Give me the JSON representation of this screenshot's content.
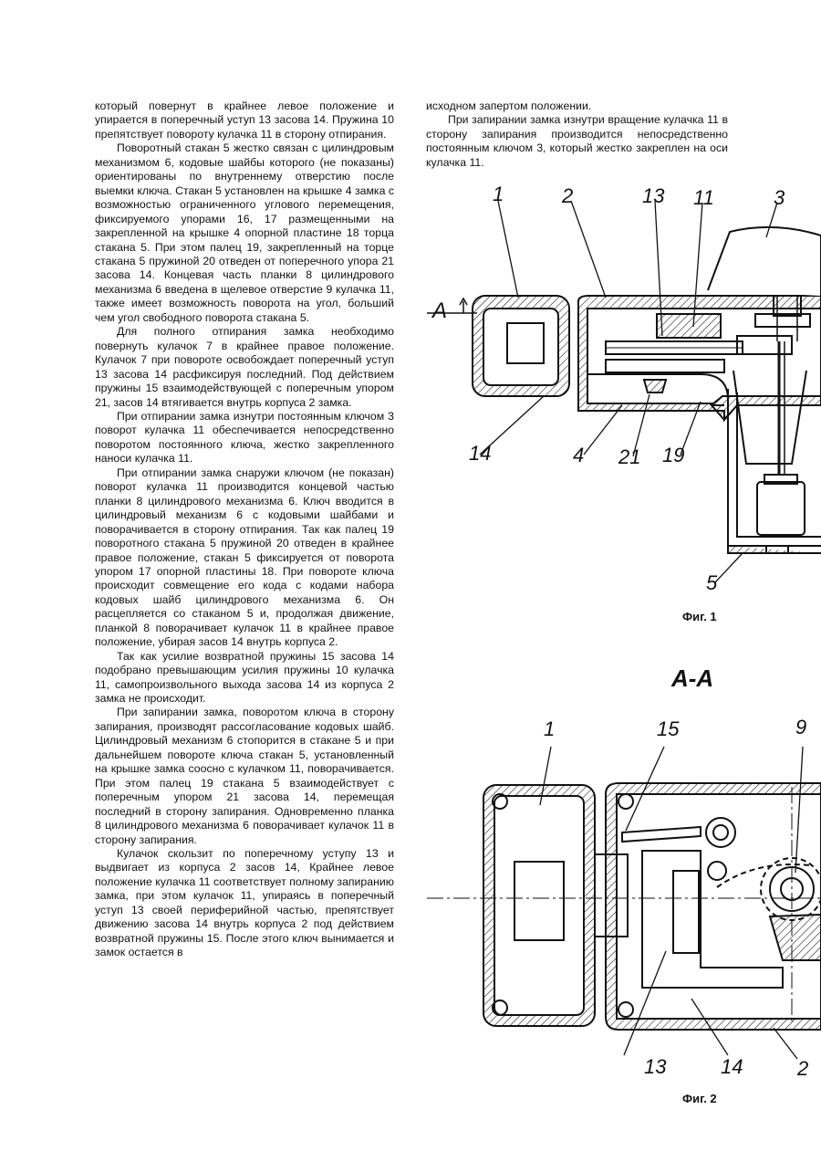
{
  "left_column": {
    "paragraphs": [
      "который повернут в крайнее левое положение и упирается в поперечный уступ 13 засова 14. Пружина 10 препятствует повороту кулачка 11 в сторону отпирания.",
      "Поворотный стакан 5 жестко связан с цилиндровым механизмом 6, кодовые шайбы которого (не показаны) ориентированы по внутреннему отверстию после выемки ключа. Стакан 5 установлен на крышке 4 замка с возможностью ограниченного углового перемещения, фиксируемого упорами 16, 17 размещенными на закрепленной на крышке 4 опорной пластине 18 торца стакана 5. При этом палец 19, закрепленный на торце стакана 5 пружиной 20 отведен от поперечного упора 21 засова 14. Концевая часть планки 8 цилиндрового механизма 6 введена в щелевое отверстие 9 кулачка 11, также имеет возможность поворота на угол, больший чем угол свободного поворота стакана 5.",
      "Для полного отпирания замка необходимо повернуть кулачок 7 в крайнее правое положение. Кулачок 7 при повороте освобождает поперечный уступ 13 засова 14 расфиксируя последний. Под действием пружины 15 взаимодействующей с поперечным упором 21, засов 14 втягивается внутрь корпуса 2 замка.",
      "При отпирании замка изнутри постоянным ключом 3 поворот кулачка 11 обеспечивается непосредственно поворотом постоянного ключа, жестко закрепленного наноси кулачка 11.",
      "При отпирании замка снаружи ключом (не показан) поворот кулачка 11 производится концевой частью планки 8 цилиндрового механизма 6. Ключ вводится в цилиндровый механизм 6 с кодовыми шайбами и поворачивается в сторону отпирания. Так как палец 19 поворотного стакана 5 пружиной 20 отведен в крайнее правое положение, стакан 5 фиксируется от поворота упором 17 опорной пластины 18. При повороте ключа происходит совмещение его кода с кодами набора кодовых шайб цилиндрового механизма 6. Он расцепляется со стаканом 5 и, продолжая движение, планкой 8 поворачивает кулачок 11 в крайнее правое положение, убирая засов 14 внутрь корпуса 2.",
      "Так как усилие возвратной пружины 15 засова 14 подобрано превышающим усилия пружины 10 кулачка 11, самопроизвольного выхода засова 14 из корпуса 2 замка не происходит.",
      "При запирании замка, поворотом ключа в сторону запирания, производят рассогласование кодовых шайб. Цилиндровый механизм 6 стопорится в стакане 5 и при дальнейшем повороте ключа стакан 5, установленный на крышке замка соосно с кулачком 11, поворачивается. При этом палец 19 стакана 5 взаимодействует с поперечным упором 21 засова 14, перемещая последний в сторону запирания. Одновременно планка 8 цилиндрового механизма 6 поворачивает кулачок 11 в сторону запирания.",
      "Кулачок скользит по поперечному уступу 13 и выдвигает из корпуса 2 засов 14, Крайнее левое положение кулачка 11 соответствует полному запиранию замка, при этом кулачок 11, упираясь в поперечный уступ 13 своей периферийной частью, препятствует движению засова 14 внутрь корпуса 2 под действием возвратной пружины 15. После этого ключ вынимается и замок остается в"
    ]
  },
  "right_column": {
    "paragraphs": [
      "исходном запертом положении.",
      "При запирании замка изнутри вращение кулачка 11 в сторону запирания производится непосредственно постоянным ключом 3, который жестко закреплен на оси кулачка 11."
    ]
  },
  "figure1": {
    "caption": "Фиг. 1",
    "section_marker": "А",
    "labels": [
      "1",
      "2",
      "13",
      "11",
      "3",
      "14",
      "4",
      "21",
      "19",
      "5"
    ]
  },
  "figure2": {
    "caption": "Фиг. 2",
    "section_title": "А-А",
    "labels": [
      "1",
      "15",
      "9",
      "13",
      "14",
      "2"
    ]
  }
}
